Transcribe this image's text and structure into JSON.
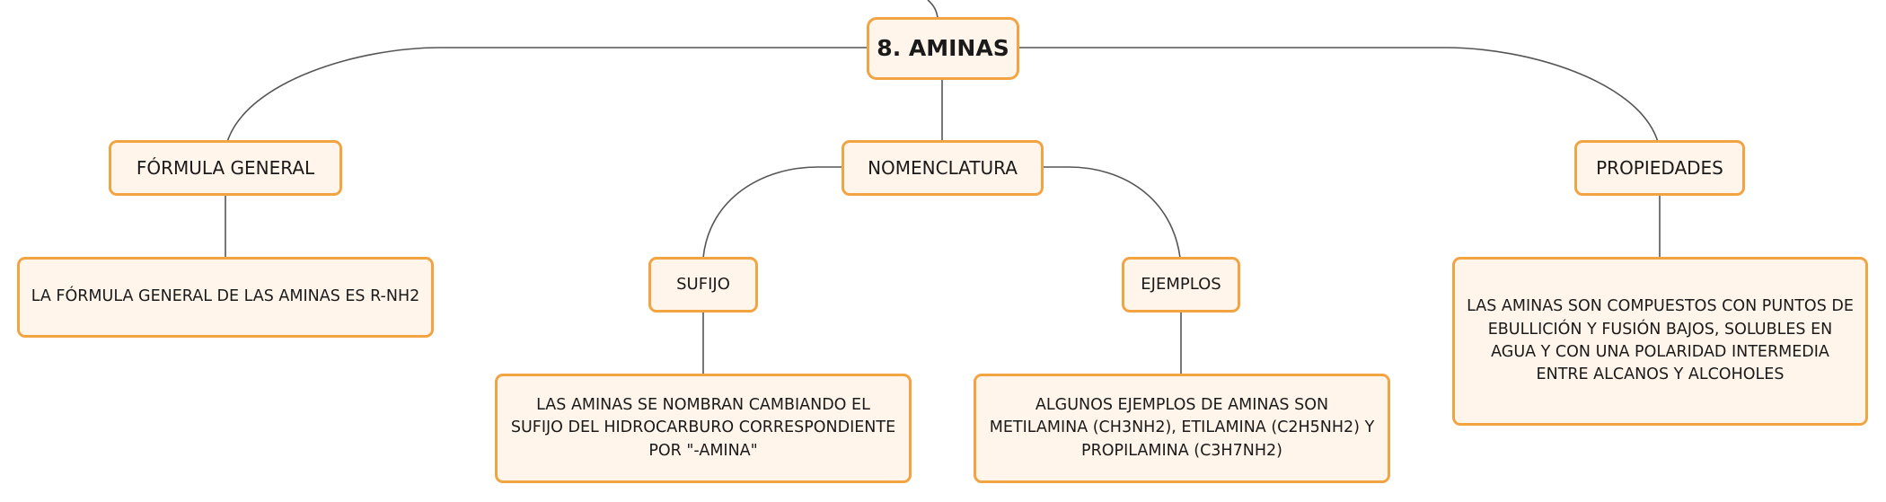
{
  "diagram": {
    "root": {
      "label": "8. AMINAS"
    },
    "branches": [
      {
        "label": "FÓRMULA GENERAL",
        "children": [
          {
            "label": "LA FÓRMULA GENERAL DE LAS AMINAS ES R-NH2"
          }
        ]
      },
      {
        "label": "NOMENCLATURA",
        "children": [
          {
            "label": "SUFIJO",
            "children": [
              {
                "label": "LAS AMINAS SE NOMBRAN CAMBIANDO EL SUFIJO DEL HIDROCARBURO CORRESPONDIENTE POR \"-AMINA\""
              }
            ]
          },
          {
            "label": "EJEMPLOS",
            "children": [
              {
                "label": "ALGUNOS EJEMPLOS DE AMINAS SON METILAMINA (CH3NH2), ETILAMINA (C2H5NH2) Y PROPILAMINA (C3H7NH2)"
              }
            ]
          }
        ]
      },
      {
        "label": "PROPIEDADES",
        "children": [
          {
            "label": "LAS AMINAS SON COMPUESTOS CON PUNTOS DE EBULLICIÓN Y FUSIÓN BAJOS, SOLUBLES EN AGUA Y CON UNA POLARIDAD INTERMEDIA ENTRE ALCANOS Y ALCOHOLES"
          }
        ]
      }
    ],
    "colors": {
      "node_border": "#f2a443",
      "node_fill": "#fff5ea",
      "connector": "#555555"
    }
  }
}
